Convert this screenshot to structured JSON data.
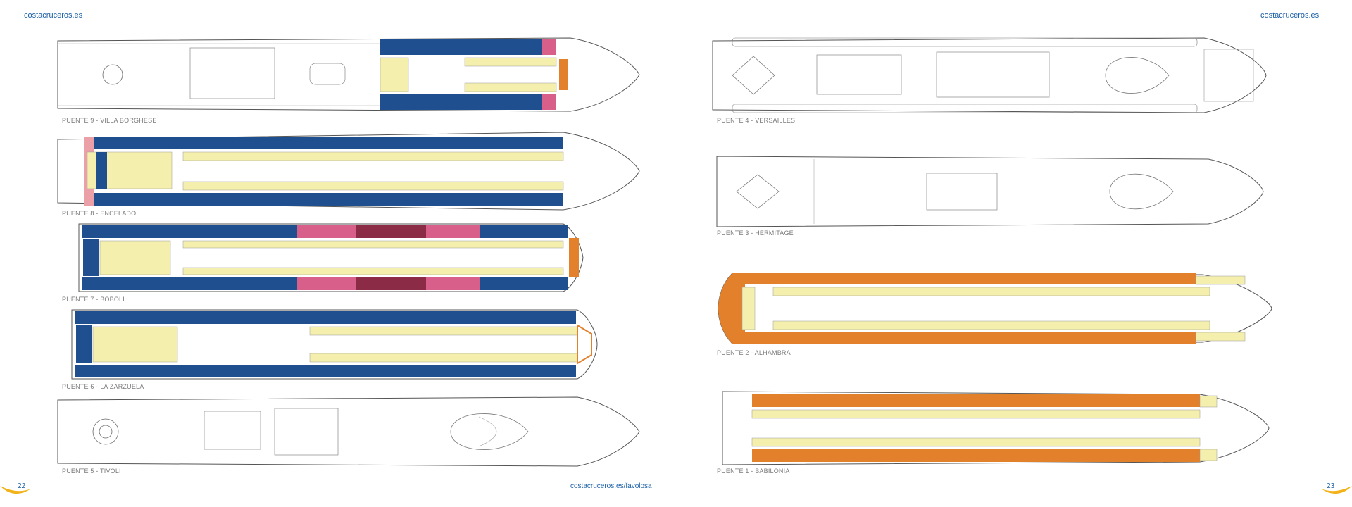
{
  "header": {
    "left_site": "costacruceros.es",
    "right_site": "costacruceros.es"
  },
  "footer": {
    "page_left": "22",
    "page_right": "23",
    "url": "costacruceros.es/favolosa"
  },
  "colors": {
    "brand_blue": "#1a5fa6",
    "cabin_navy": "#1f4f8f",
    "cabin_yellow": "#f5efae",
    "cabin_orange": "#e2802c",
    "cabin_pink": "#d85f8a",
    "cabin_maroon": "#8c2b45",
    "cabin_lightpink": "#eaa0a6",
    "accent_yellow": "#f2b21a"
  },
  "decks": [
    {
      "key": "d9",
      "label": "PUENTE 9 - VILLA BORGHESE"
    },
    {
      "key": "d8",
      "label": "PUENTE 8 - ENCELADO"
    },
    {
      "key": "d7",
      "label": "PUENTE 7 - BOBOLI"
    },
    {
      "key": "d6",
      "label": "PUENTE 6 - LA ZARZUELA"
    },
    {
      "key": "d5",
      "label": "PUENTE 5 - TIVOLI"
    },
    {
      "key": "d4",
      "label": "PUENTE 4 - VERSAILLES"
    },
    {
      "key": "d3",
      "label": "PUENTE 3 - HERMITAGE"
    },
    {
      "key": "d2",
      "label": "PUENTE 2 - ALHAMBRA"
    },
    {
      "key": "d1",
      "label": "PUENTE 1 - BABILONIA"
    }
  ]
}
